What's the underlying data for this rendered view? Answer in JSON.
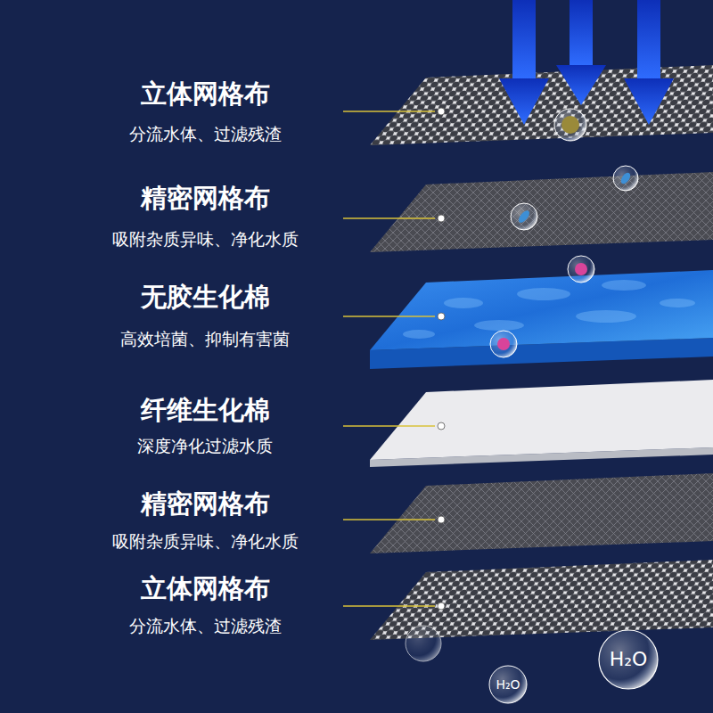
{
  "diagram": {
    "labels": [
      "立体网格布",
      "分流水体、过滤残渣",
      "精密网格布",
      "吸附杂质异味、净化水质",
      "无胶生化棉",
      "高效培菌、抑制有害菌",
      "纤维生化棉",
      "深度净化过滤水质",
      "精密网格布",
      "吸附杂质异味、净化水质",
      "立体网格布",
      "分流水体、过滤残渣",
      "H₂O",
      "H₂O"
    ]
  }
}
